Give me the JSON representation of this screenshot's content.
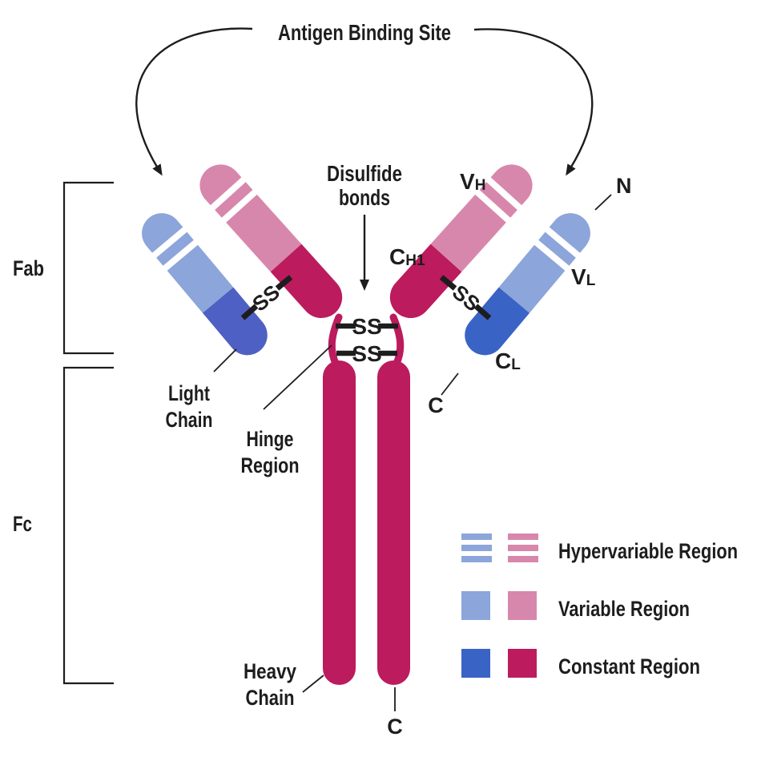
{
  "diagram": {
    "title": "Antigen Binding Site",
    "annotations": {
      "disulfide_line1": "Disulfide",
      "disulfide_line2": "bonds",
      "fab": "Fab",
      "fc": "Fc",
      "light_chain_line1": "Light",
      "light_chain_line2": "Chain",
      "hinge_region_line1": "Hinge",
      "hinge_region_line2": "Region",
      "heavy_chain_line1": "Heavy",
      "heavy_chain_line2": "Chain",
      "ss_bond": "SS",
      "n_terminus": "N",
      "c_terminus": "C",
      "vh": {
        "main": "V",
        "sub": "H"
      },
      "ch1": {
        "main": "C",
        "sub": "H1"
      },
      "vl": {
        "main": "V",
        "sub": "L"
      },
      "cl": {
        "main": "C",
        "sub": "L"
      }
    }
  },
  "legend": {
    "items": [
      {
        "id": "hypervariable",
        "label": "Hypervariable Region",
        "swatch": "stripes"
      },
      {
        "id": "variable",
        "label": "Variable Region",
        "swatch": "squares"
      },
      {
        "id": "constant",
        "label": "Constant Region",
        "swatch": "squares"
      }
    ]
  },
  "colors": {
    "variable_blue": "#8CA5DA",
    "variable_pink": "#D887AC",
    "constant_blue": "#3A63C6",
    "constant_blue_left": "#4E60C3",
    "constant_magenta": "#BC1B5E",
    "ink": "#1D1D1D"
  }
}
